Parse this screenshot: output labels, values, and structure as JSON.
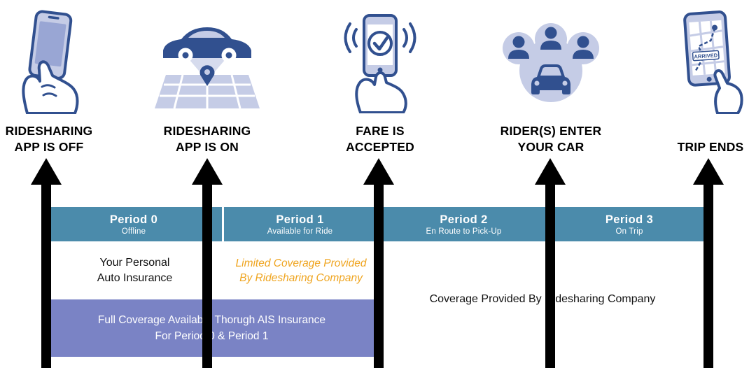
{
  "colors": {
    "teal": "#4b8bab",
    "purple": "#7a83c5",
    "orange": "#efa41e",
    "icon-dark": "#31508f",
    "icon-mid": "#99a6d4",
    "icon-light": "#c5cce6",
    "arrow": "#000000"
  },
  "milestones": [
    {
      "label": "RIDESHARING\nAPP IS OFF"
    },
    {
      "label": "RIDESHARING\nAPP IS ON"
    },
    {
      "label": "FARE IS\nACCEPTED"
    },
    {
      "label": "RIDER(S) ENTER\nYOUR CAR"
    },
    {
      "label": "TRIP ENDS"
    }
  ],
  "periods": [
    {
      "name": "Period 0",
      "sub": "Offline"
    },
    {
      "name": "Period 1",
      "sub": "Available for Ride"
    },
    {
      "name": "Period 2",
      "sub": "En Route to Pick-Up"
    },
    {
      "name": "Period 3",
      "sub": "On Trip"
    }
  ],
  "coverage": {
    "personal": "Your Personal\nAuto Insurance",
    "limited": "Limited Coverage Provided\nBy Ridesharing Company",
    "company": "Coverage Provided By Ridesharing Company",
    "ais": "Full Coverage Available Thorugh AIS Insurance\nFor Period 0 & Period 1"
  },
  "icons": {
    "arrived_tag": "ARRIVED"
  }
}
